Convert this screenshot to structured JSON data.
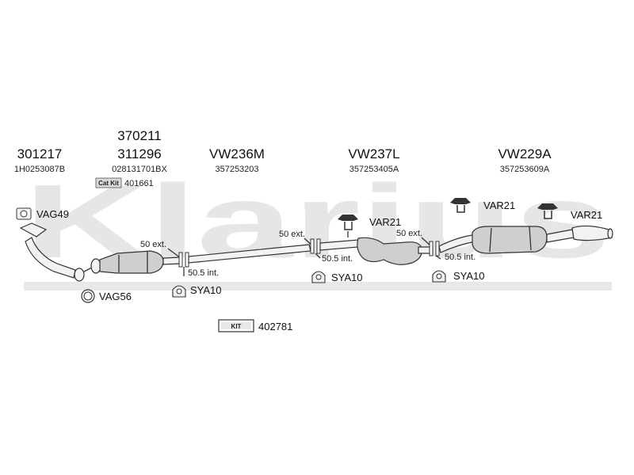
{
  "watermark": {
    "text": "Klarius",
    "color": "#e6e6e6"
  },
  "columns": [
    {
      "part_no": "301217",
      "ref": "1H0253087B"
    },
    {
      "part_no_top": "370211",
      "part_no": "311296",
      "ref": "028131701BX"
    },
    {
      "part_no": "VW236M",
      "ref": "357253203"
    },
    {
      "part_no": "VW237L",
      "ref": "357253405A"
    },
    {
      "part_no": "VW229A",
      "ref": "357253609A"
    }
  ],
  "cat_kit": {
    "badge": "Cat Kit",
    "number": "401661"
  },
  "fittings": {
    "vag49": "VAG49",
    "vag56": "VAG56",
    "sya10_a": "SYA10",
    "sya10_b": "SYA10",
    "sya10_c": "SYA10",
    "var21_a": "VAR21",
    "var21_b": "VAR21",
    "var21_c": "VAR21"
  },
  "joints": {
    "ext_1": "50 ext.",
    "int_1": "50.5 int.",
    "ext_2": "50 ext.",
    "int_2": "50.5 int.",
    "ext_3": "50 ext.",
    "int_3": "50.5 int."
  },
  "kit": {
    "badge": "KIT",
    "number": "402781"
  },
  "icons": [
    "gasket-ring-icon",
    "clamp-icon",
    "hanger-bracket-icon",
    "kit-box-icon"
  ]
}
